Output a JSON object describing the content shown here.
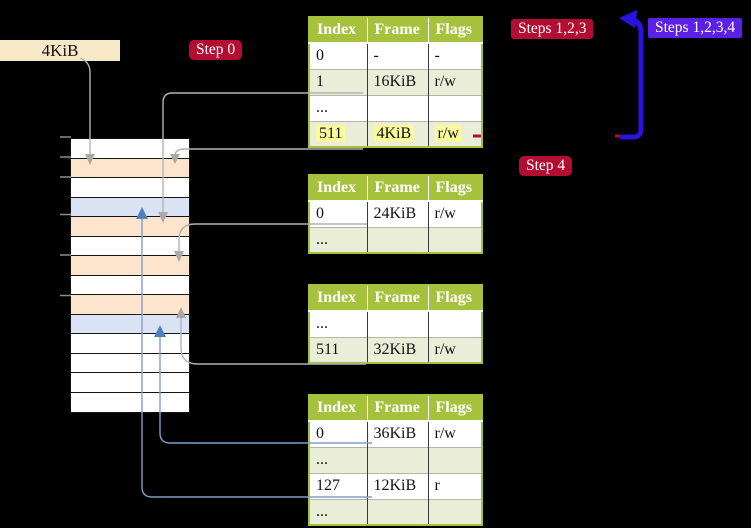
{
  "size_box": {
    "label": "4KiB"
  },
  "step_labels": {
    "step0": "Step 0",
    "steps123": "Steps 1,2,3",
    "steps1234": "Steps 1,2,3,4",
    "step4": "Step 4"
  },
  "colors": {
    "background": "#000000",
    "crimson_label": "#b30d32",
    "blue_label": "#5a20e6",
    "thick_arrow_blue": "#2a12df",
    "table_header_green": "#a6c23c",
    "table_row_green": "#eaeed8",
    "highlight_yellow": "#fbf99a",
    "memory_peach": "#fce5cc",
    "memory_blue": "#dae3f3",
    "size_box_wheat": "#f7e8c8",
    "gray_connector": "#b3b3b3",
    "blue_connector": "#4f81bd"
  },
  "memory": {
    "rows": [
      {
        "color": "white"
      },
      {
        "color": "peach"
      },
      {
        "color": "white"
      },
      {
        "color": "blue"
      },
      {
        "color": "peach"
      },
      {
        "color": "white"
      },
      {
        "color": "peach"
      },
      {
        "color": "white"
      },
      {
        "color": "peach"
      },
      {
        "color": "blue"
      },
      {
        "color": "white"
      },
      {
        "color": "white"
      },
      {
        "color": "white"
      },
      {
        "color": "white"
      }
    ]
  },
  "tables": [
    {
      "headers": [
        "Index",
        "Frame",
        "Flags"
      ],
      "rows": [
        {
          "cells": [
            "0",
            "-",
            "-"
          ],
          "shade": "plain",
          "hl": "no"
        },
        {
          "cells": [
            "1",
            "16KiB",
            "r/w"
          ],
          "shade": "green",
          "hl": "no"
        },
        {
          "cells": [
            "...",
            "",
            ""
          ],
          "shade": "plain",
          "hl": "no"
        },
        {
          "cells": [
            "511",
            "4KiB",
            "r/w"
          ],
          "shade": "green",
          "hl": "yes"
        }
      ]
    },
    {
      "headers": [
        "Index",
        "Frame",
        "Flags"
      ],
      "rows": [
        {
          "cells": [
            "0",
            "24KiB",
            "r/w"
          ],
          "shade": "plain",
          "hl": "no"
        },
        {
          "cells": [
            "...",
            "",
            ""
          ],
          "shade": "green",
          "hl": "no"
        }
      ]
    },
    {
      "headers": [
        "Index",
        "Frame",
        "Flags"
      ],
      "rows": [
        {
          "cells": [
            "...",
            "",
            ""
          ],
          "shade": "plain",
          "hl": "no"
        },
        {
          "cells": [
            "511",
            "32KiB",
            "r/w"
          ],
          "shade": "green",
          "hl": "no"
        }
      ]
    },
    {
      "headers": [
        "Index",
        "Frame",
        "Flags"
      ],
      "rows": [
        {
          "cells": [
            "0",
            "36KiB",
            "r/w"
          ],
          "shade": "plain",
          "hl": "no"
        },
        {
          "cells": [
            "...",
            "",
            ""
          ],
          "shade": "green",
          "hl": "no"
        },
        {
          "cells": [
            "127",
            "12KiB",
            "r"
          ],
          "shade": "plain",
          "hl": "no"
        },
        {
          "cells": [
            "...",
            "",
            ""
          ],
          "shade": "green",
          "hl": "no"
        }
      ]
    }
  ],
  "connections": [
    {
      "from": "size-box-4kib",
      "to": "memory-row-2",
      "style": "gray-down-arrow"
    },
    {
      "from": "table1-row-511",
      "to": "memory-row-2",
      "style": "gray-down-arrow"
    },
    {
      "from": "table1-row-1",
      "to": "memory-row-5",
      "style": "gray-down-arrow"
    },
    {
      "from": "table2-row-0",
      "to": "memory-row-7",
      "style": "gray-down-arrow"
    },
    {
      "from": "table3-row-511",
      "to": "memory-row-9",
      "style": "gray-up-arrow"
    },
    {
      "from": "table4-row-0",
      "to": "memory-row-10",
      "style": "blue-up-arrow"
    },
    {
      "from": "table4-row-127",
      "to": "memory-row-4",
      "style": "blue-up-arrow"
    },
    {
      "from": "bottom-right",
      "to": "steps123-label",
      "style": "thick-blue-loop-arrow"
    }
  ]
}
